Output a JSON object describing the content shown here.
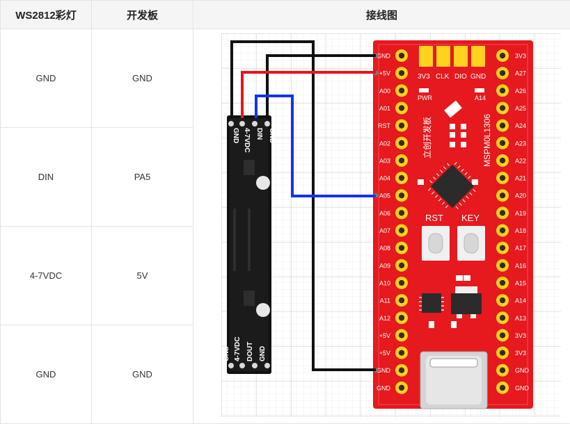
{
  "table": {
    "headers": [
      "WS2812彩灯",
      "开发板",
      "接线图"
    ],
    "rows": [
      {
        "led": "GND",
        "board": "GND"
      },
      {
        "led": "DIN",
        "board": "PA5"
      },
      {
        "led": "4-7VDC",
        "board": "5V"
      },
      {
        "led": "GND",
        "board": "GND"
      }
    ]
  },
  "diagram": {
    "left_pins": [
      "GND",
      "+5V",
      "A00",
      "A01",
      "RST",
      "A02",
      "A03",
      "A04",
      "A05",
      "A06",
      "A07",
      "A08",
      "A09",
      "A10",
      "A11",
      "A12",
      "+5V",
      "+5V",
      "GND",
      "GND"
    ],
    "right_pins": [
      "3V3",
      "A27",
      "A26",
      "A25",
      "A24",
      "A23",
      "A22",
      "A21",
      "A20",
      "A19",
      "A18",
      "A17",
      "A16",
      "A15",
      "A14",
      "A13",
      "3V3",
      "3V3",
      "GND",
      "GND"
    ],
    "top_header_labels": [
      "3V3",
      "CLK",
      "DIO",
      "GND"
    ],
    "board_silk": {
      "pwr": "PWR",
      "a14": "A14",
      "name": "立创开发板",
      "model": "MSPM0L1306",
      "rst": "RST",
      "key": "KEY"
    },
    "strip_top_labels": [
      "GND",
      "4-7VDC",
      "DIN",
      "GND"
    ],
    "strip_bottom_labels": [
      "GND",
      "4-7VDC",
      "DOUT",
      "GND"
    ],
    "wire_colors": {
      "black": "#111111",
      "red": "#e8141b",
      "blue": "#1432f0"
    },
    "board_color": "#e5191e"
  }
}
